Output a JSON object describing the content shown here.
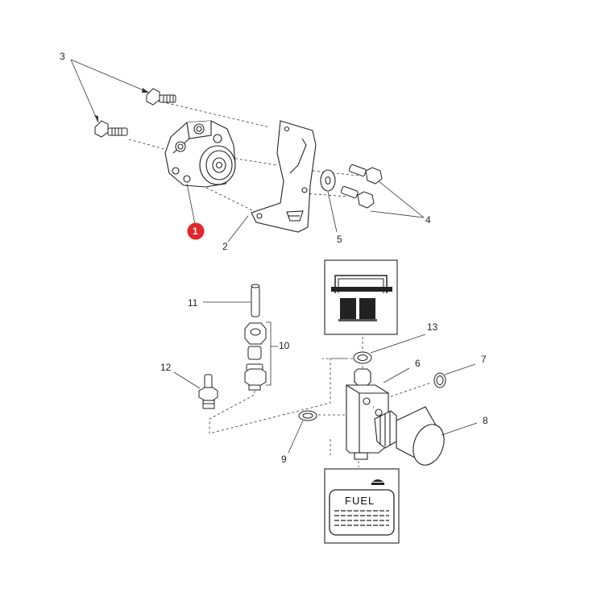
{
  "diagram": {
    "callouts": {
      "c1": "1",
      "c2": "2",
      "c3": "3",
      "c4": "4",
      "c5": "5",
      "c6": "6",
      "c7": "7",
      "c8": "8",
      "c9": "9",
      "c10": "10",
      "c11": "11",
      "c12": "12",
      "c13": "13"
    },
    "fuel_panel_label": "FUEL",
    "highlight_color": "#e3262b"
  }
}
